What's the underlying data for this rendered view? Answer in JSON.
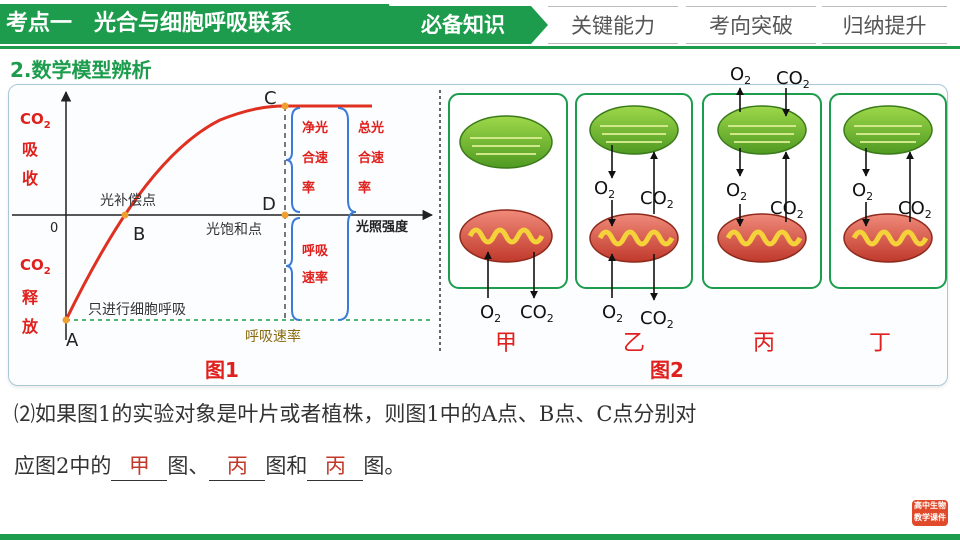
{
  "header": {
    "title": "考点一　光合与细胞呼吸联系",
    "tabs": [
      {
        "label": "必备知识",
        "active": true
      },
      {
        "label": "关键能力",
        "active": false
      },
      {
        "label": "考向突破",
        "active": false
      },
      {
        "label": "归纳提升",
        "active": false
      }
    ]
  },
  "section_title": "2.数学模型辨析",
  "figure1": {
    "y_top_label_1": "CO",
    "y_top_label_sub": "2",
    "y_top_label_2": "吸",
    "y_top_label_3": "收",
    "y_bottom_label_1": "CO",
    "y_bottom_label_sub": "2",
    "y_bottom_label_2": "释",
    "y_bottom_label_3": "放",
    "x_axis_label": "光照强度",
    "origin_label": "0",
    "point_a": "A",
    "point_b": "B",
    "point_c": "C",
    "point_d": "D",
    "compensation_label": "光补偿点",
    "saturation_label": "光饱和点",
    "only_respiration_label": "只进行细胞呼吸",
    "respiration_rate_label": "呼吸速率",
    "net_rate": [
      "净光",
      "合速",
      "率"
    ],
    "total_rate": [
      "总光",
      "合速",
      "率"
    ],
    "resp_rate_short": [
      "呼吸",
      "速率"
    ],
    "caption": "图1"
  },
  "figure2": {
    "caption": "图2",
    "o2": "O",
    "co2": "CO",
    "sub2": "2",
    "cells": [
      {
        "label": "甲"
      },
      {
        "label": "乙"
      },
      {
        "label": "丙"
      },
      {
        "label": "丁"
      }
    ]
  },
  "question": {
    "line1": "⑵如果图1的实验对象是叶片或者植株，则图1中的A点、B点、C点分别对",
    "line2_a": "应图2中的",
    "blank1": "甲",
    "line2_b": "图、",
    "blank2": "丙",
    "line2_c": "图和",
    "blank3": "丙",
    "line2_d": "图。"
  },
  "logo_text": [
    "高中生物",
    "教学课件"
  ],
  "colors": {
    "accent": "#1c9c4c",
    "red": "#e0201c",
    "curve": "#e03020",
    "axis": "#222222"
  }
}
